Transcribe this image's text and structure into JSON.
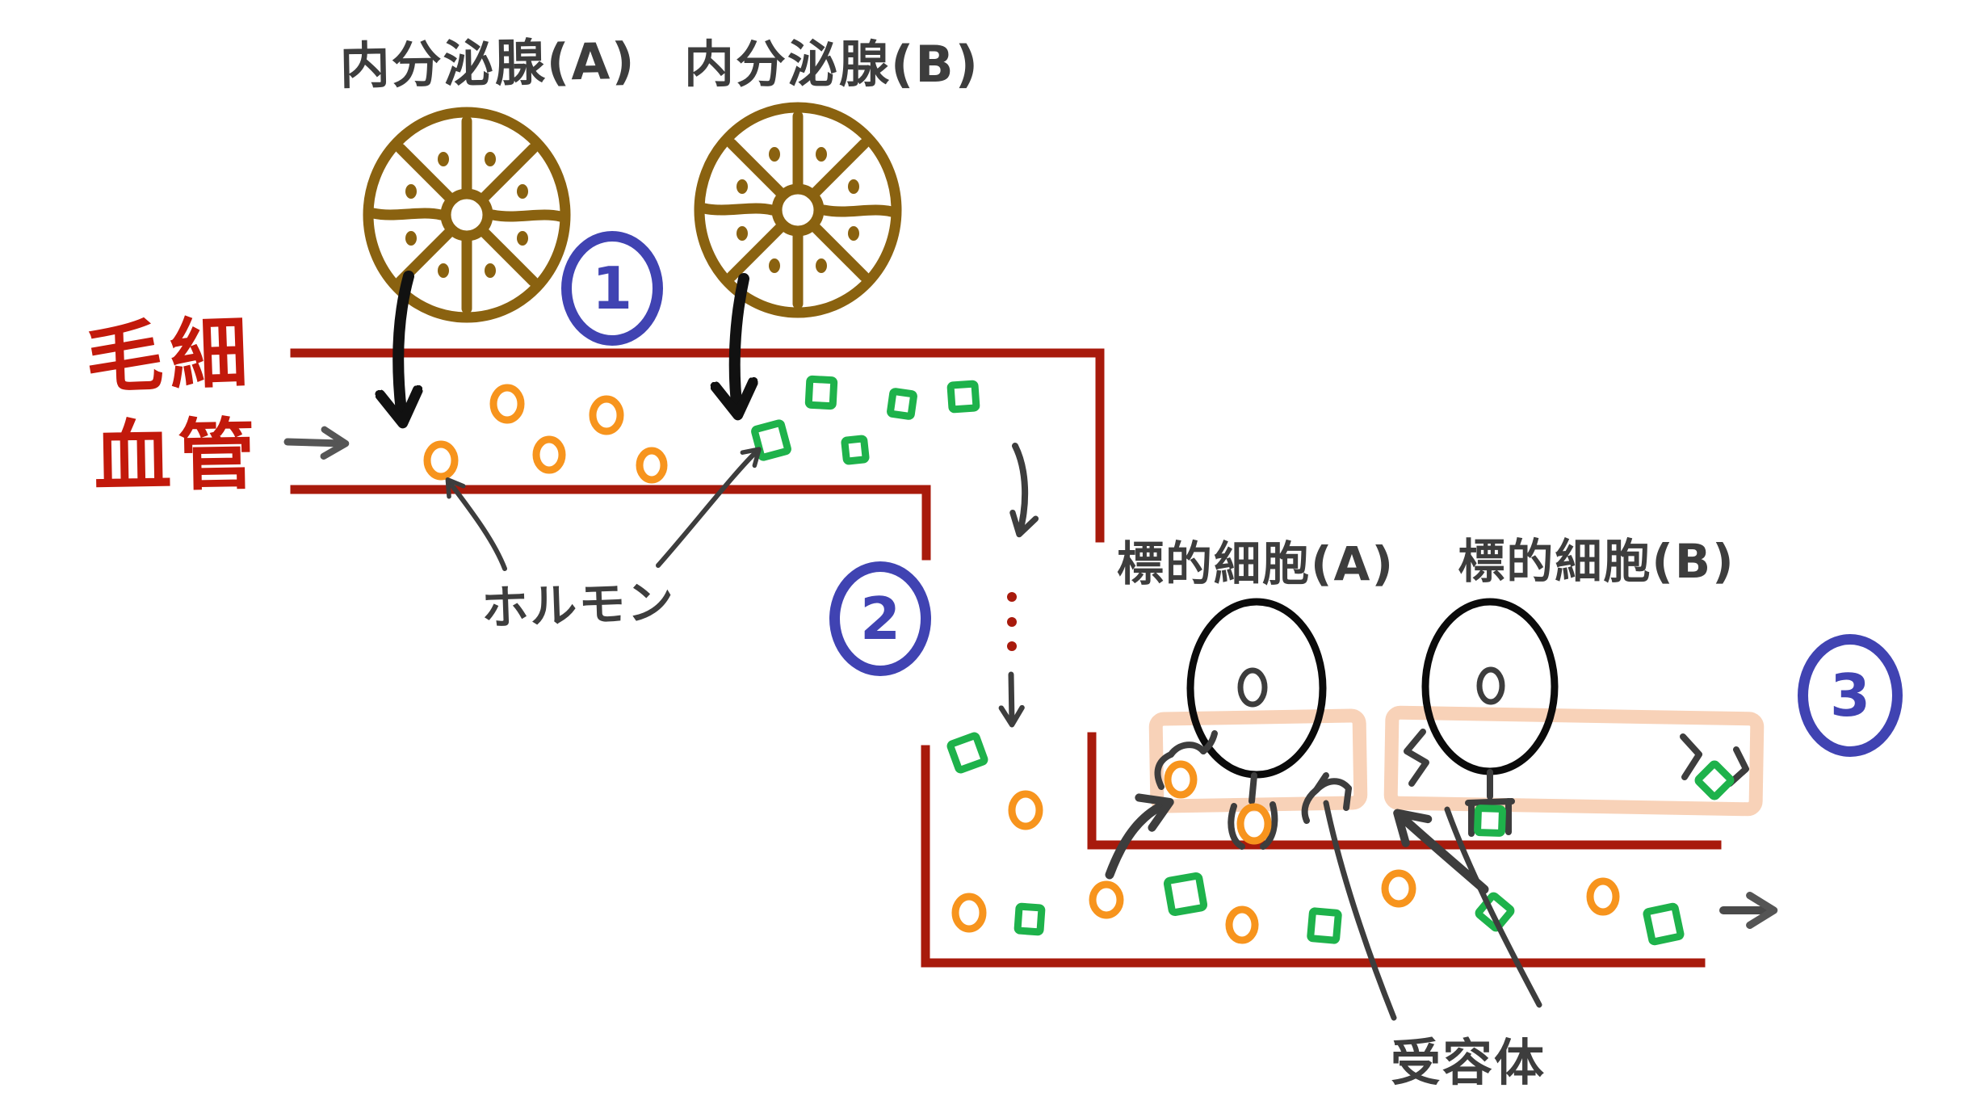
{
  "labels": {
    "endocrine_gland_a": "内分泌腺(A)",
    "endocrine_gland_b": "内分泌腺(B)",
    "capillary_line1": "毛細",
    "capillary_line2": "血管",
    "hormone": "ホルモン",
    "target_cell_a": "標的細胞(A)",
    "target_cell_b": "標的細胞(B)",
    "receptor": "受容体"
  },
  "steps": [
    {
      "number": "1"
    },
    {
      "number": "2"
    },
    {
      "number": "3"
    }
  ],
  "colors": {
    "vessel_red": "#a81a0c",
    "capillary_text_red": "#c2190b",
    "gland_brown": "#8a6210",
    "hormone_a_orange": "#f7941d",
    "hormone_b_green": "#1eb24b",
    "step_circle_blue": "#4043b2",
    "ink_dark_gray": "#3d3d3d",
    "receptor_box_peach": "#f8d2b8",
    "cell_outline_black": "#0b0b0b",
    "background": "#ffffff"
  },
  "icons": {
    "endocrine_gland_icon": "spoked-wheel-circle",
    "hormone_a_icon": "orange-open-circle",
    "hormone_b_icon": "green-open-square",
    "target_cell_icon": "black-circle-with-nucleus",
    "receptor_icon": "forked-binding-site"
  }
}
